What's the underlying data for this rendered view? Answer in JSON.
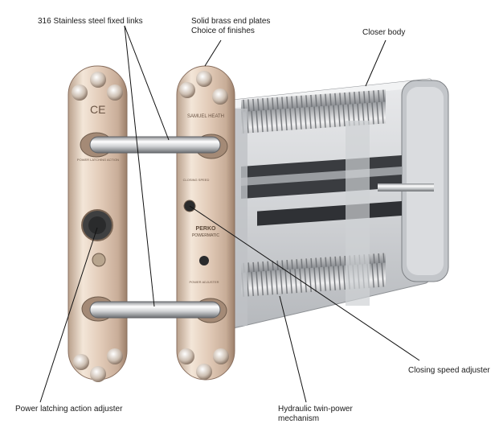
{
  "labels": {
    "links": "316 Stainless steel fixed links",
    "end_plates_line1": "Solid brass end plates",
    "end_plates_line2": "Choice of finishes",
    "closer_body": "Closer body",
    "closing_speed": "Closing speed adjuster",
    "power_latching": "Power latching action adjuster",
    "hydraulic_line1": "Hydraulic twin-power",
    "hydraulic_line2": "mechanism"
  },
  "plate_markings": {
    "ce_mark": "CE",
    "brand": "PERKO",
    "brand_sub": "POWERMATIC",
    "left_plate_text": "POWER LATCHING ACTION",
    "right_plate_top": "SAMUEL HEATH",
    "right_plate_mid": "CLOSING SPEED",
    "right_plate_low": "POWER ADJUSTER"
  },
  "colors": {
    "brass_light": "#f3e6d8",
    "brass_mid": "#d8bfa8",
    "brass_dark": "#9c7f6a",
    "steel_light": "#f4f4f4",
    "steel_mid": "#c9cbce",
    "steel_dark": "#6b6e72",
    "leader_line": "#111111"
  }
}
